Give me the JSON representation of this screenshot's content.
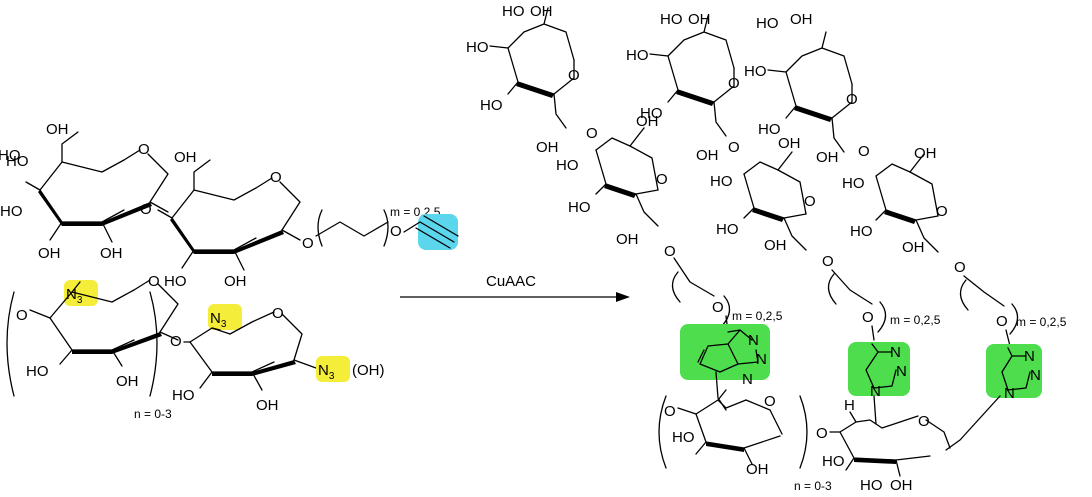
{
  "labels": {
    "oh": "OH",
    "ho": "HO",
    "o": "O",
    "h": "H",
    "n3": "N",
    "n3_sub": "3",
    "n3_oh_suffix": "(OH)",
    "triazole_n": "N",
    "m_range": "m = 0,2,5",
    "n_range": "n = 0-3",
    "reagent": "CuAAC"
  },
  "colors": {
    "alkyne_highlight": "#5bd6ec",
    "azide_highlight": "#f4ee3a",
    "triazole_highlight": "#4ddd4d",
    "ink": "#000000"
  }
}
